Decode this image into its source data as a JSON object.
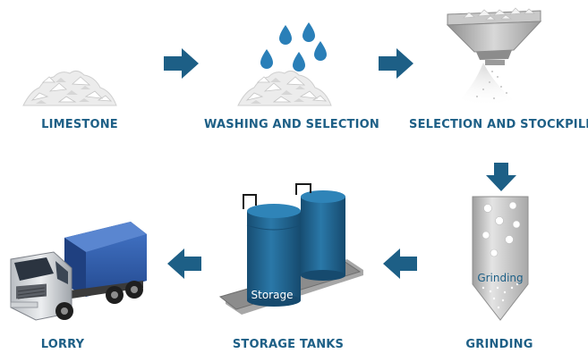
{
  "steps": {
    "limestone": {
      "label": "LIMESTONE"
    },
    "washing": {
      "label": "WASHING AND SELECTION"
    },
    "stockpile": {
      "label": "SELECTION AND STOCKPILE"
    },
    "grinding": {
      "label": "GRINDING",
      "inner_label": "Grinding"
    },
    "storage": {
      "label": "STORAGE TANKS",
      "inner_label": "Storage"
    },
    "lorry": {
      "label": "LORRY"
    }
  },
  "colors": {
    "label": "#1d5f86",
    "arrow": "#1d5f86",
    "tank": "#1e5e88",
    "drop": "#2a7fb8",
    "truck_cargo": "#2e5aa8"
  },
  "icons": [
    "rock-pile-icon",
    "water-drop-icon",
    "hopper-icon",
    "grinder-icon",
    "storage-tank-icon",
    "truck-icon",
    "arrow-right-icon",
    "arrow-down-icon",
    "arrow-left-icon"
  ]
}
